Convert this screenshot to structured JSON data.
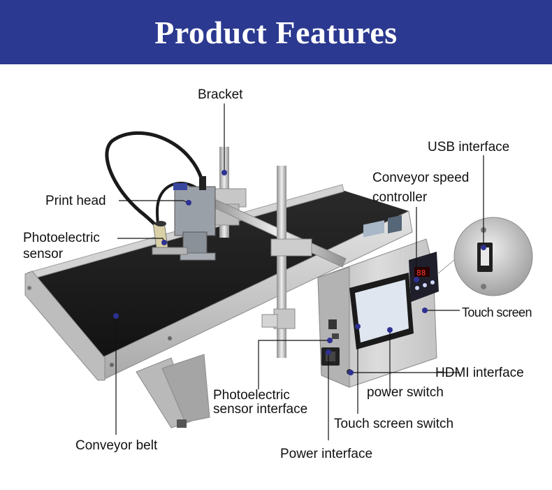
{
  "header": {
    "title": "Product Features"
  },
  "labels": {
    "bracket": "Bracket",
    "usb_interface": "USB interface",
    "conveyor_speed_controller_1": "Conveyor speed",
    "conveyor_speed_controller_2": "controller",
    "print_head": "Print head",
    "photoelectric_sensor_1": "Photoelectric",
    "photoelectric_sensor_2": "sensor",
    "touch_screen": "Touch screen",
    "hdmi_interface": "HDMI interface",
    "power_switch": "power switch",
    "photoelectric_sensor_interface_1": "Photoelectric",
    "photoelectric_sensor_interface_2": "sensor interface",
    "touch_screen_switch": "Touch screen switch",
    "conveyor_belt": "Conveyor belt",
    "power_interface": "Power interface"
  },
  "colors": {
    "header_bg": "#2b3990",
    "marker_dot": "#2e3192",
    "belt": "#1c1c1c",
    "steel": "#c9c9c9"
  }
}
